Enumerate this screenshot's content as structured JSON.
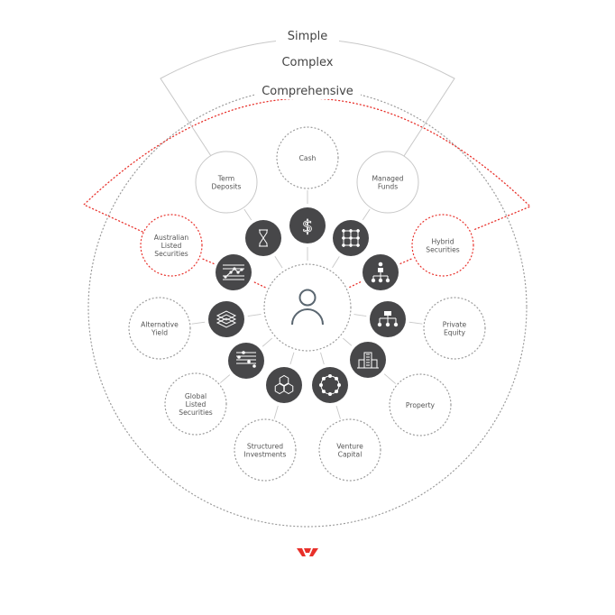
{
  "bands": {
    "simple": "Simple",
    "complex": "Complex",
    "comprehensive": "Comprehensive"
  },
  "colors": {
    "accent": "#e8302a",
    "icon_fill": "#474749",
    "line": "#c8c8c8",
    "dot": "#9a9a9a"
  },
  "center": {
    "icon": "person-icon"
  },
  "icons": [
    "hourglass-icon",
    "dollar-icon",
    "grid-icon",
    "line-chart-icon",
    "org-chart-icon",
    "layers-icon",
    "hierarchy-icon",
    "sliders-icon",
    "building-icon",
    "hexagons-icon",
    "network-ring-icon"
  ],
  "assets": [
    {
      "id": "cash",
      "lines": [
        "Cash"
      ]
    },
    {
      "id": "term-deposits",
      "lines": [
        "Term",
        "Deposits"
      ]
    },
    {
      "id": "managed-funds",
      "lines": [
        "Managed",
        "Funds"
      ]
    },
    {
      "id": "australian-listed-securities",
      "lines": [
        "Australian",
        "Listed",
        "Securities"
      ]
    },
    {
      "id": "hybrid-securities",
      "lines": [
        "Hybrid",
        "Securities"
      ]
    },
    {
      "id": "alternative-yield",
      "lines": [
        "Alternative",
        "Yield"
      ]
    },
    {
      "id": "private-equity",
      "lines": [
        "Private",
        "Equity"
      ]
    },
    {
      "id": "global-listed-securities",
      "lines": [
        "Global",
        "Listed",
        "Securities"
      ]
    },
    {
      "id": "property",
      "lines": [
        "Property"
      ]
    },
    {
      "id": "structured-investments",
      "lines": [
        "Structured",
        "Investments"
      ]
    },
    {
      "id": "venture-capital",
      "lines": [
        "Venture",
        "Capital"
      ]
    }
  ],
  "logo": "westpac-logo"
}
